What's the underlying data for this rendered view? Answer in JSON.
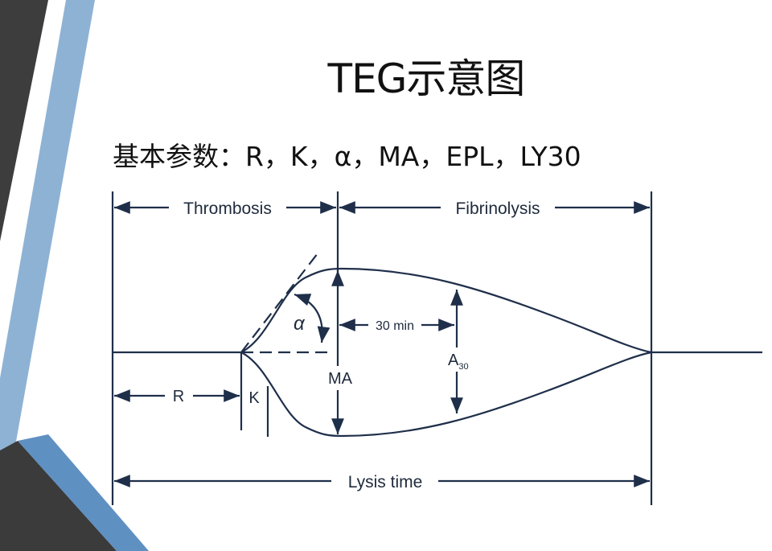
{
  "slide": {
    "title": "TEG示意图",
    "subtitle": "基本参数：R，K，α，MA，EPL，LY30"
  },
  "diagram": {
    "labels": {
      "thrombosis": "Thrombosis",
      "fibrinolysis": "Fibrinolysis",
      "alpha": "α",
      "thirty_min": "30 min",
      "a30_main": "A",
      "a30_sub": "30",
      "ma": "MA",
      "r": "R",
      "k": "K",
      "lysis_time": "Lysis time"
    },
    "colors": {
      "line": "#1f2f4a",
      "decor_dark": "#3a3a3a",
      "decor_blue": "#8fb3d6"
    }
  }
}
